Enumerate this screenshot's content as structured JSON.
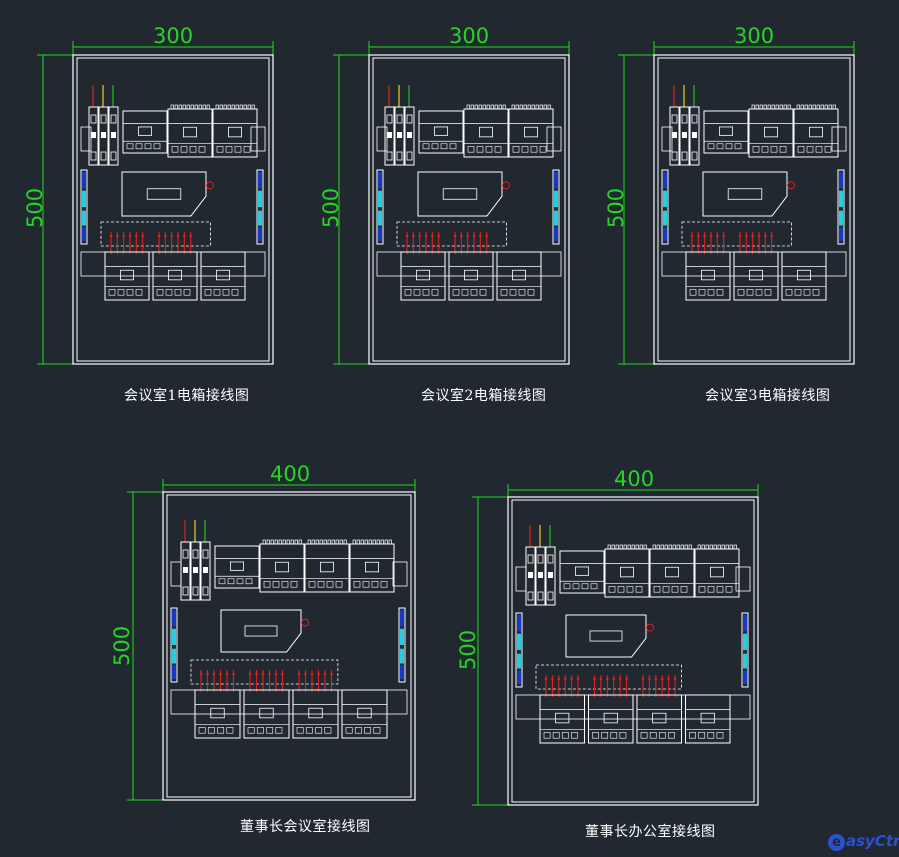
{
  "colors": {
    "background": "#212830",
    "outline": "#ffffff",
    "dimension": "#22d822",
    "wire_red": "#e02020",
    "wire_yellow": "#e8d020",
    "wire_green": "#20c020",
    "terminal_blue": "#1838c8",
    "terminal_cyan": "#20d0e0",
    "breaker_red": "#e02020",
    "logo": "#2b50d0"
  },
  "panels": [
    {
      "caption": "会议室1电箱接线图",
      "width_label": "300",
      "height_label": "500",
      "size": "small",
      "modules": 3
    },
    {
      "caption": "会议室2电箱接线图",
      "width_label": "300",
      "height_label": "500",
      "size": "small",
      "modules": 3
    },
    {
      "caption": "会议室3电箱接线图",
      "width_label": "300",
      "height_label": "500",
      "size": "small",
      "modules": 3
    },
    {
      "caption": "董事长会议室接线图",
      "width_label": "400",
      "height_label": "500",
      "size": "large",
      "modules": 4
    },
    {
      "caption": "董事长办公室接线图",
      "width_label": "400",
      "height_label": "500",
      "size": "large",
      "modules": 4
    }
  ],
  "logo": {
    "mark": "e",
    "text": "asyCtrl",
    "icon": "easyctrl-logo-icon"
  }
}
